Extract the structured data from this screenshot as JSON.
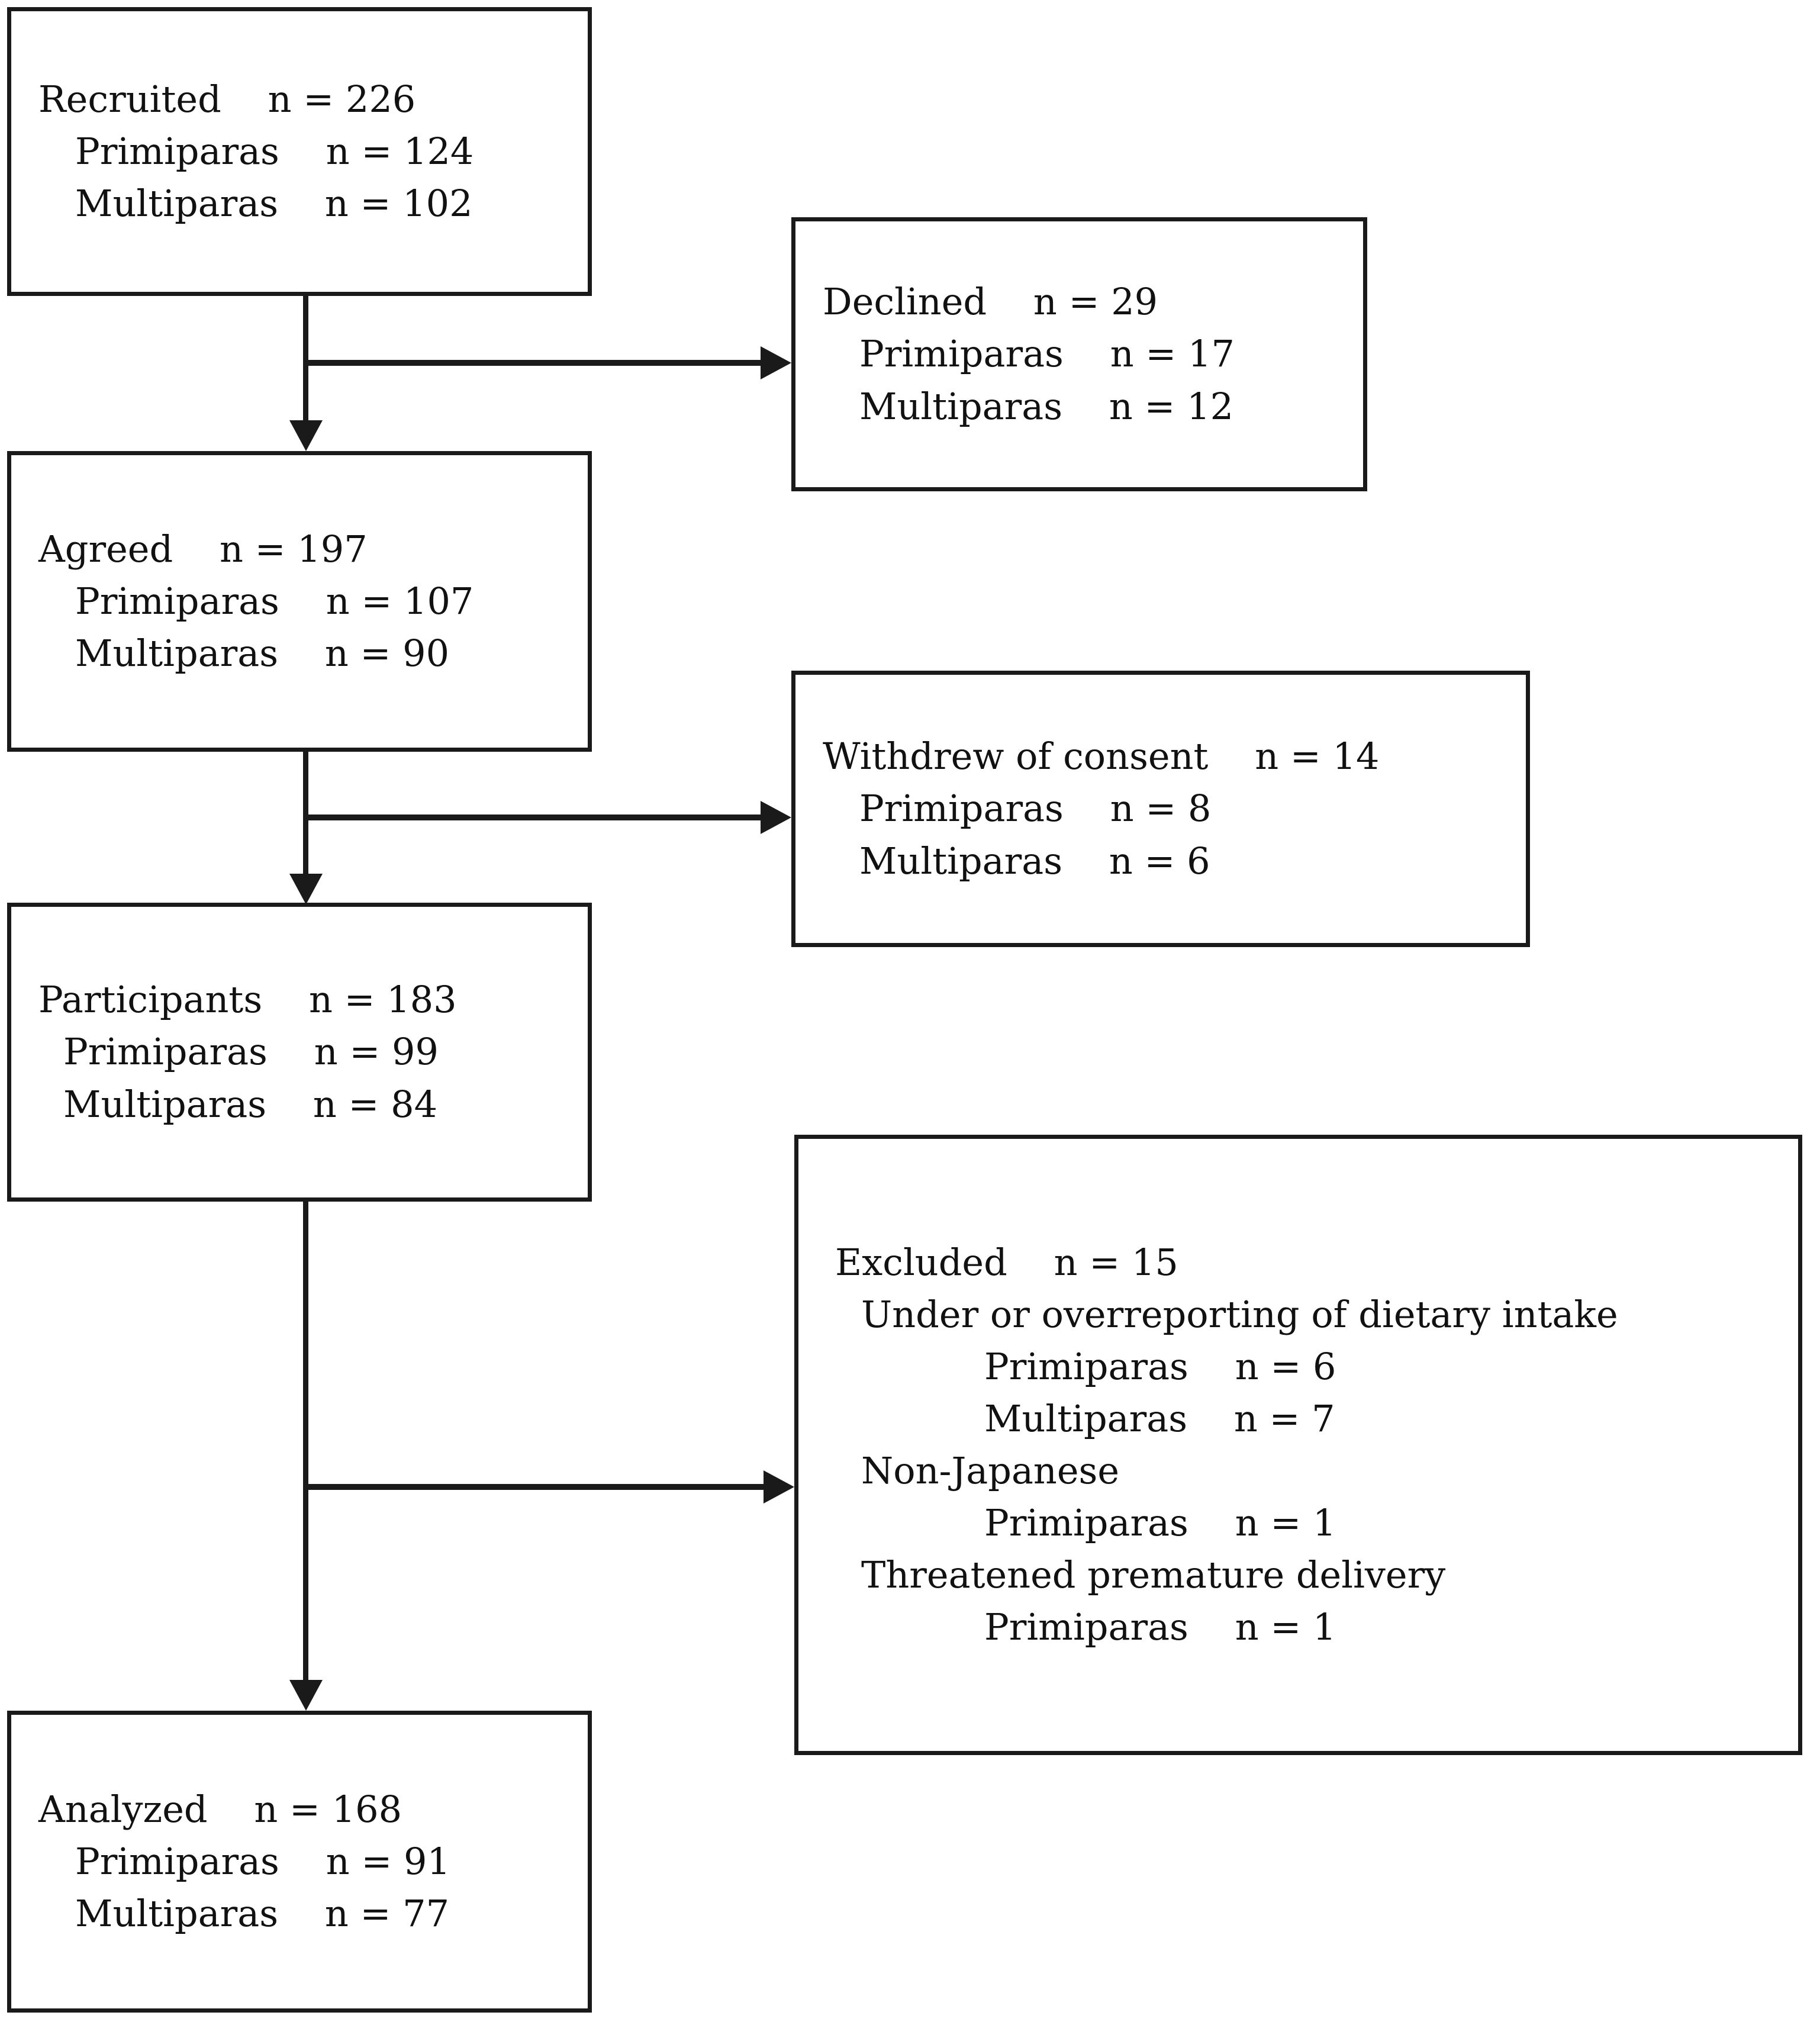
{
  "figure": {
    "type": "participant-flow-diagram",
    "orientation": "vertical-with-right-exclusion-branches",
    "line_color": "#1a1a1a",
    "background_color": "#ffffff"
  },
  "nodes": [
    {
      "id": "recruited",
      "lines": [
        "Recruited    n = 226",
        "Primiparas    n = 124",
        "Multiparas    n = 102"
      ],
      "header": "Recruited    n = 226",
      "items": [
        {
          "label": "Primiparas",
          "value": "n = 124"
        },
        {
          "label": "Multiparas",
          "value": "n = 102"
        }
      ]
    },
    {
      "id": "declined",
      "lines": [
        "Declined    n = 29",
        "Primiparas    n = 17",
        "Multiparas    n = 12"
      ],
      "header": "Declined    n = 29",
      "items": [
        {
          "label": "Primiparas",
          "value": "n = 17"
        },
        {
          "label": "Multiparas",
          "value": "n = 12"
        }
      ]
    },
    {
      "id": "agreed",
      "lines": [
        "Agreed    n = 197",
        "Primiparas    n = 107",
        "Multiparas    n = 90"
      ],
      "header": "Agreed    n = 197",
      "items": [
        {
          "label": "Primiparas",
          "value": "n = 107"
        },
        {
          "label": "Multiparas",
          "value": "n = 90"
        }
      ]
    },
    {
      "id": "withdrew",
      "lines": [
        "Withdrew of consent    n = 14",
        "Primiparas    n = 8",
        "Multiparas    n = 6"
      ],
      "header": "Withdrew of consent    n = 14",
      "items": [
        {
          "label": "Primiparas",
          "value": "n = 8"
        },
        {
          "label": "Multiparas",
          "value": "n = 6"
        }
      ]
    },
    {
      "id": "participants",
      "lines": [
        "Participants    n = 183",
        "Primiparas    n = 99",
        "Multiparas    n = 84"
      ],
      "header": "Participants    n = 183",
      "items": [
        {
          "label": "Primiparas",
          "value": "n = 99"
        },
        {
          "label": "Multiparas",
          "value": "n = 84"
        }
      ]
    },
    {
      "id": "excluded",
      "lines": [
        "Excluded    n = 15",
        "Under or overreporting of dietary intake",
        "Primiparas    n = 6",
        "Multiparas    n = 7",
        "Non-Japanese",
        "Primiparas    n = 1",
        "Threatened premature delivery",
        "Primiparas    n = 1"
      ],
      "header": "Excluded    n = 15",
      "reasons": [
        {
          "reason": "Under or overreporting of dietary intake",
          "items": [
            {
              "label": "Primiparas",
              "value": "n = 6"
            },
            {
              "label": "Multiparas",
              "value": "n = 7"
            }
          ]
        },
        {
          "reason": "Non-Japanese",
          "items": [
            {
              "label": "Primiparas",
              "value": "n = 1"
            }
          ]
        },
        {
          "reason": "Threatened premature delivery",
          "items": [
            {
              "label": "Primiparas",
              "value": "n = 1"
            }
          ]
        }
      ]
    },
    {
      "id": "analyzed",
      "lines": [
        "Analyzed    n = 168",
        "Primiparas    n = 91",
        "Multiparas    n = 77"
      ],
      "header": "Analyzed    n = 168",
      "items": [
        {
          "label": "Primiparas",
          "value": "n = 91"
        },
        {
          "label": "Multiparas",
          "value": "n = 77"
        }
      ]
    }
  ],
  "labels": {
    "recruited": {
      "l0": "Recruited    n = 226",
      "l1": "Primiparas    n = 124",
      "l2": "Multiparas    n = 102"
    },
    "declined": {
      "l0": "Declined    n = 29",
      "l1": "Primiparas    n = 17",
      "l2": "Multiparas    n = 12"
    },
    "agreed": {
      "l0": "Agreed    n = 197",
      "l1": "Primiparas    n = 107",
      "l2": "Multiparas    n = 90"
    },
    "withdrew": {
      "l0": "Withdrew of consent    n = 14",
      "l1": "Primiparas    n = 8",
      "l2": "Multiparas    n = 6"
    },
    "participants": {
      "l0": "Participants    n = 183",
      "l1": "Primiparas    n = 99",
      "l2": "Multiparas    n = 84"
    },
    "excluded": {
      "l0": "Excluded    n = 15",
      "l1": "Under or overreporting of dietary intake",
      "l2": "Primiparas    n = 6",
      "l3": "Multiparas    n = 7",
      "l4": "Non-Japanese",
      "l5": "Primiparas    n = 1",
      "l6": "Threatened premature delivery",
      "l7": "Primiparas    n = 1"
    },
    "analyzed": {
      "l0": "Analyzed    n = 168",
      "l1": "Primiparas    n = 91",
      "l2": "Multiparas    n = 77"
    }
  }
}
